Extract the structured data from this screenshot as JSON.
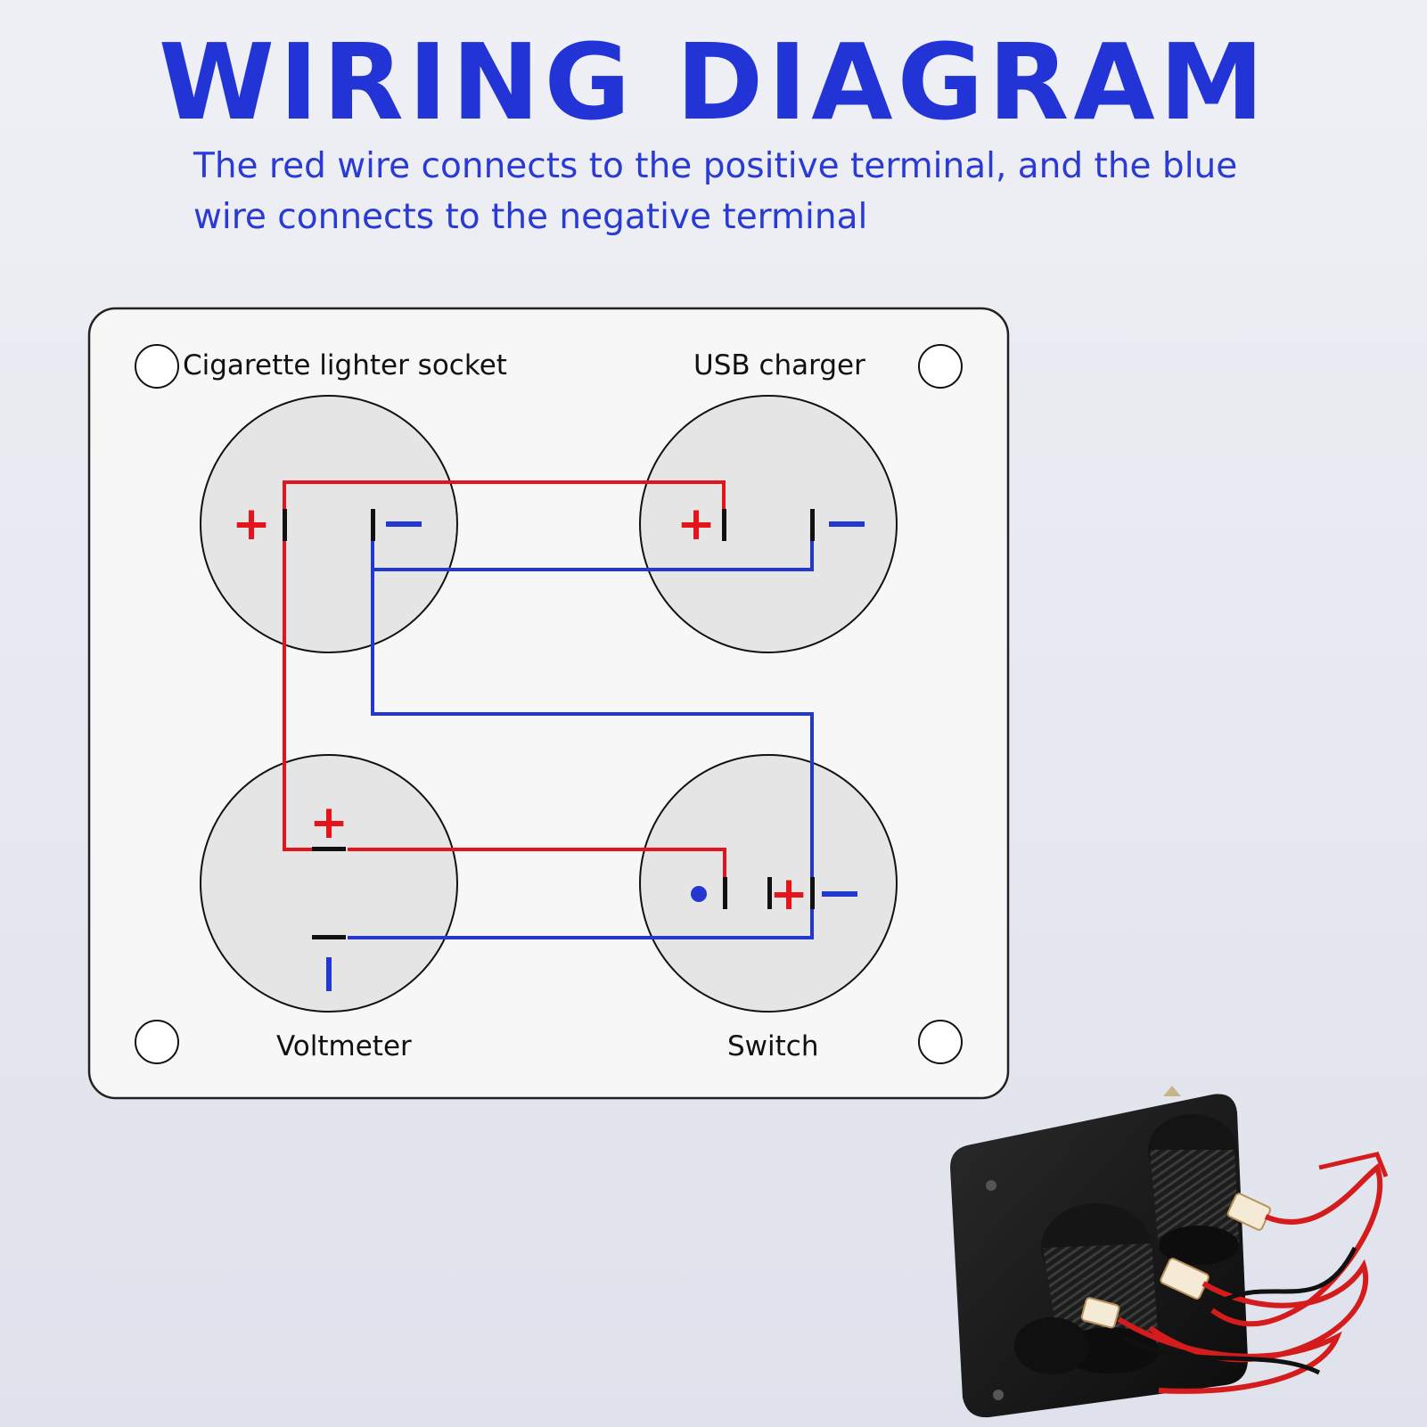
{
  "header": {
    "title": "WIRING DIAGRAM",
    "subtitle": "The red wire connects to the positive terminal, and the blue wire connects to the negative terminal"
  },
  "panel": {
    "labels": {
      "cigarette": "Cigarette lighter socket",
      "usb": "USB charger",
      "voltmeter": "Voltmeter",
      "switch": "Switch"
    },
    "symbols": {
      "plus": "+",
      "minus": "−"
    }
  },
  "colors": {
    "title": "#2334d6",
    "positive_wire": "#e5141c",
    "negative_wire": "#2338d3",
    "panel_fill": "#f7f7f7",
    "socket_fill": "#e5e5e5"
  },
  "photo": {
    "icon": "switch-panel-photo"
  }
}
